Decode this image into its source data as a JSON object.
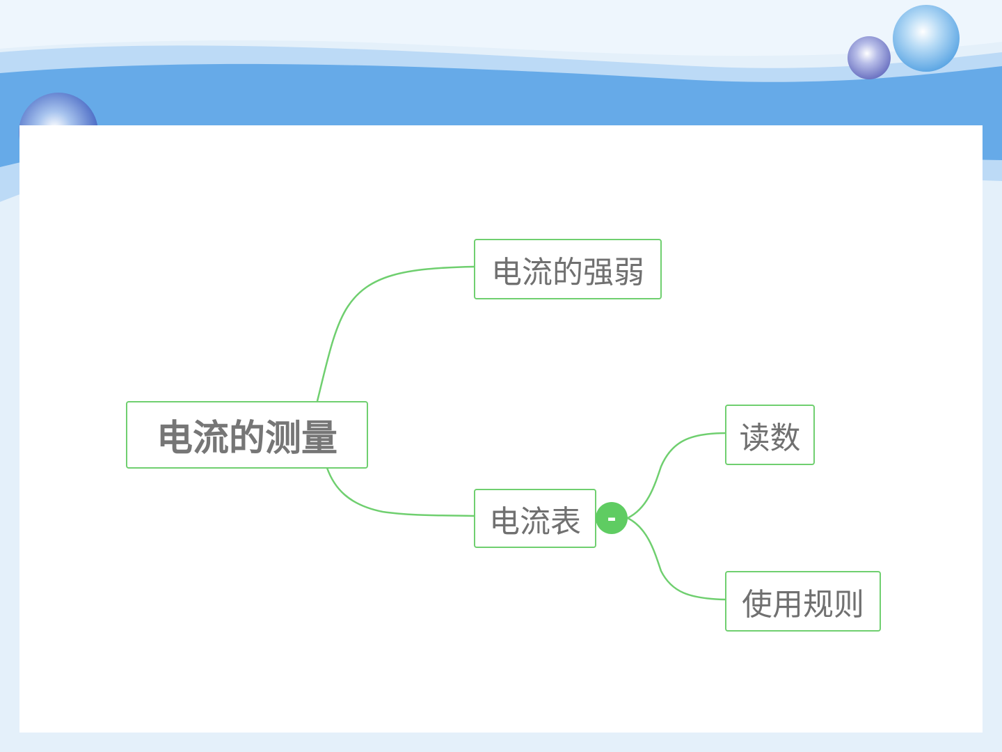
{
  "diagram": {
    "root": {
      "label": "电流的测量"
    },
    "branches": [
      {
        "label": "电流的强弱"
      },
      {
        "label": "电流表",
        "collapse_symbol": "-",
        "children": [
          {
            "label": "读数"
          },
          {
            "label": "使用规则"
          }
        ]
      }
    ]
  },
  "theme": {
    "banner_color": "#66aae8",
    "line_color": "#6fcf6f",
    "node_border_color": "#6fcf6f",
    "collapse_button_color": "#5fcc62",
    "text_color": "#707070"
  }
}
